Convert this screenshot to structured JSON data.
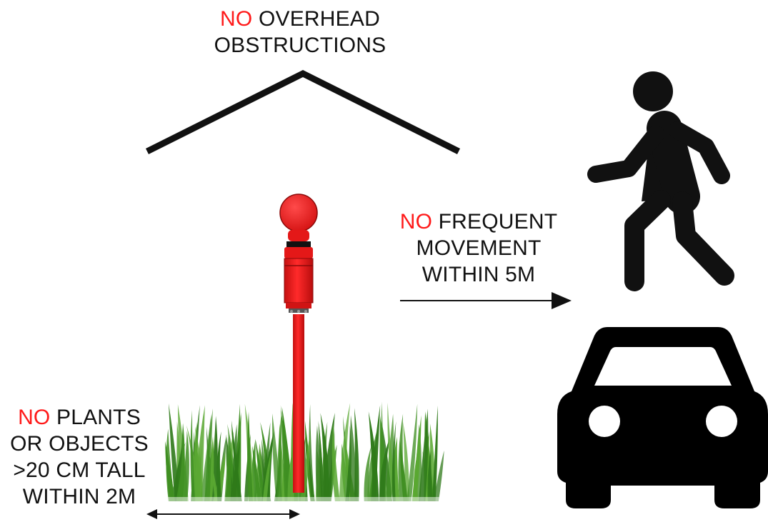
{
  "colors": {
    "warning_red": "#ff1a1a",
    "ink": "#111111",
    "sensor_red": "#ee1a1a",
    "grass_green": "#3f8f22"
  },
  "labels": {
    "overhead": {
      "no": "NO",
      "line1_rest": " OVERHEAD",
      "line2": "OBSTRUCTIONS"
    },
    "movement": {
      "no": "NO",
      "line1_rest": " FREQUENT",
      "line2": "MOVEMENT",
      "line3": "WITHIN 5M"
    },
    "plants": {
      "no": "NO",
      "line1_rest": " PLANTS",
      "line2": "OR OBJECTS",
      "line3": ">20 CM TALL",
      "line4": "WITHIN 2M"
    }
  },
  "icons": {
    "roof": "roof-icon",
    "sensor": "sensor-station-icon",
    "pedestrian": "walking-person-icon",
    "car": "car-icon",
    "grass": "grass-icon"
  }
}
